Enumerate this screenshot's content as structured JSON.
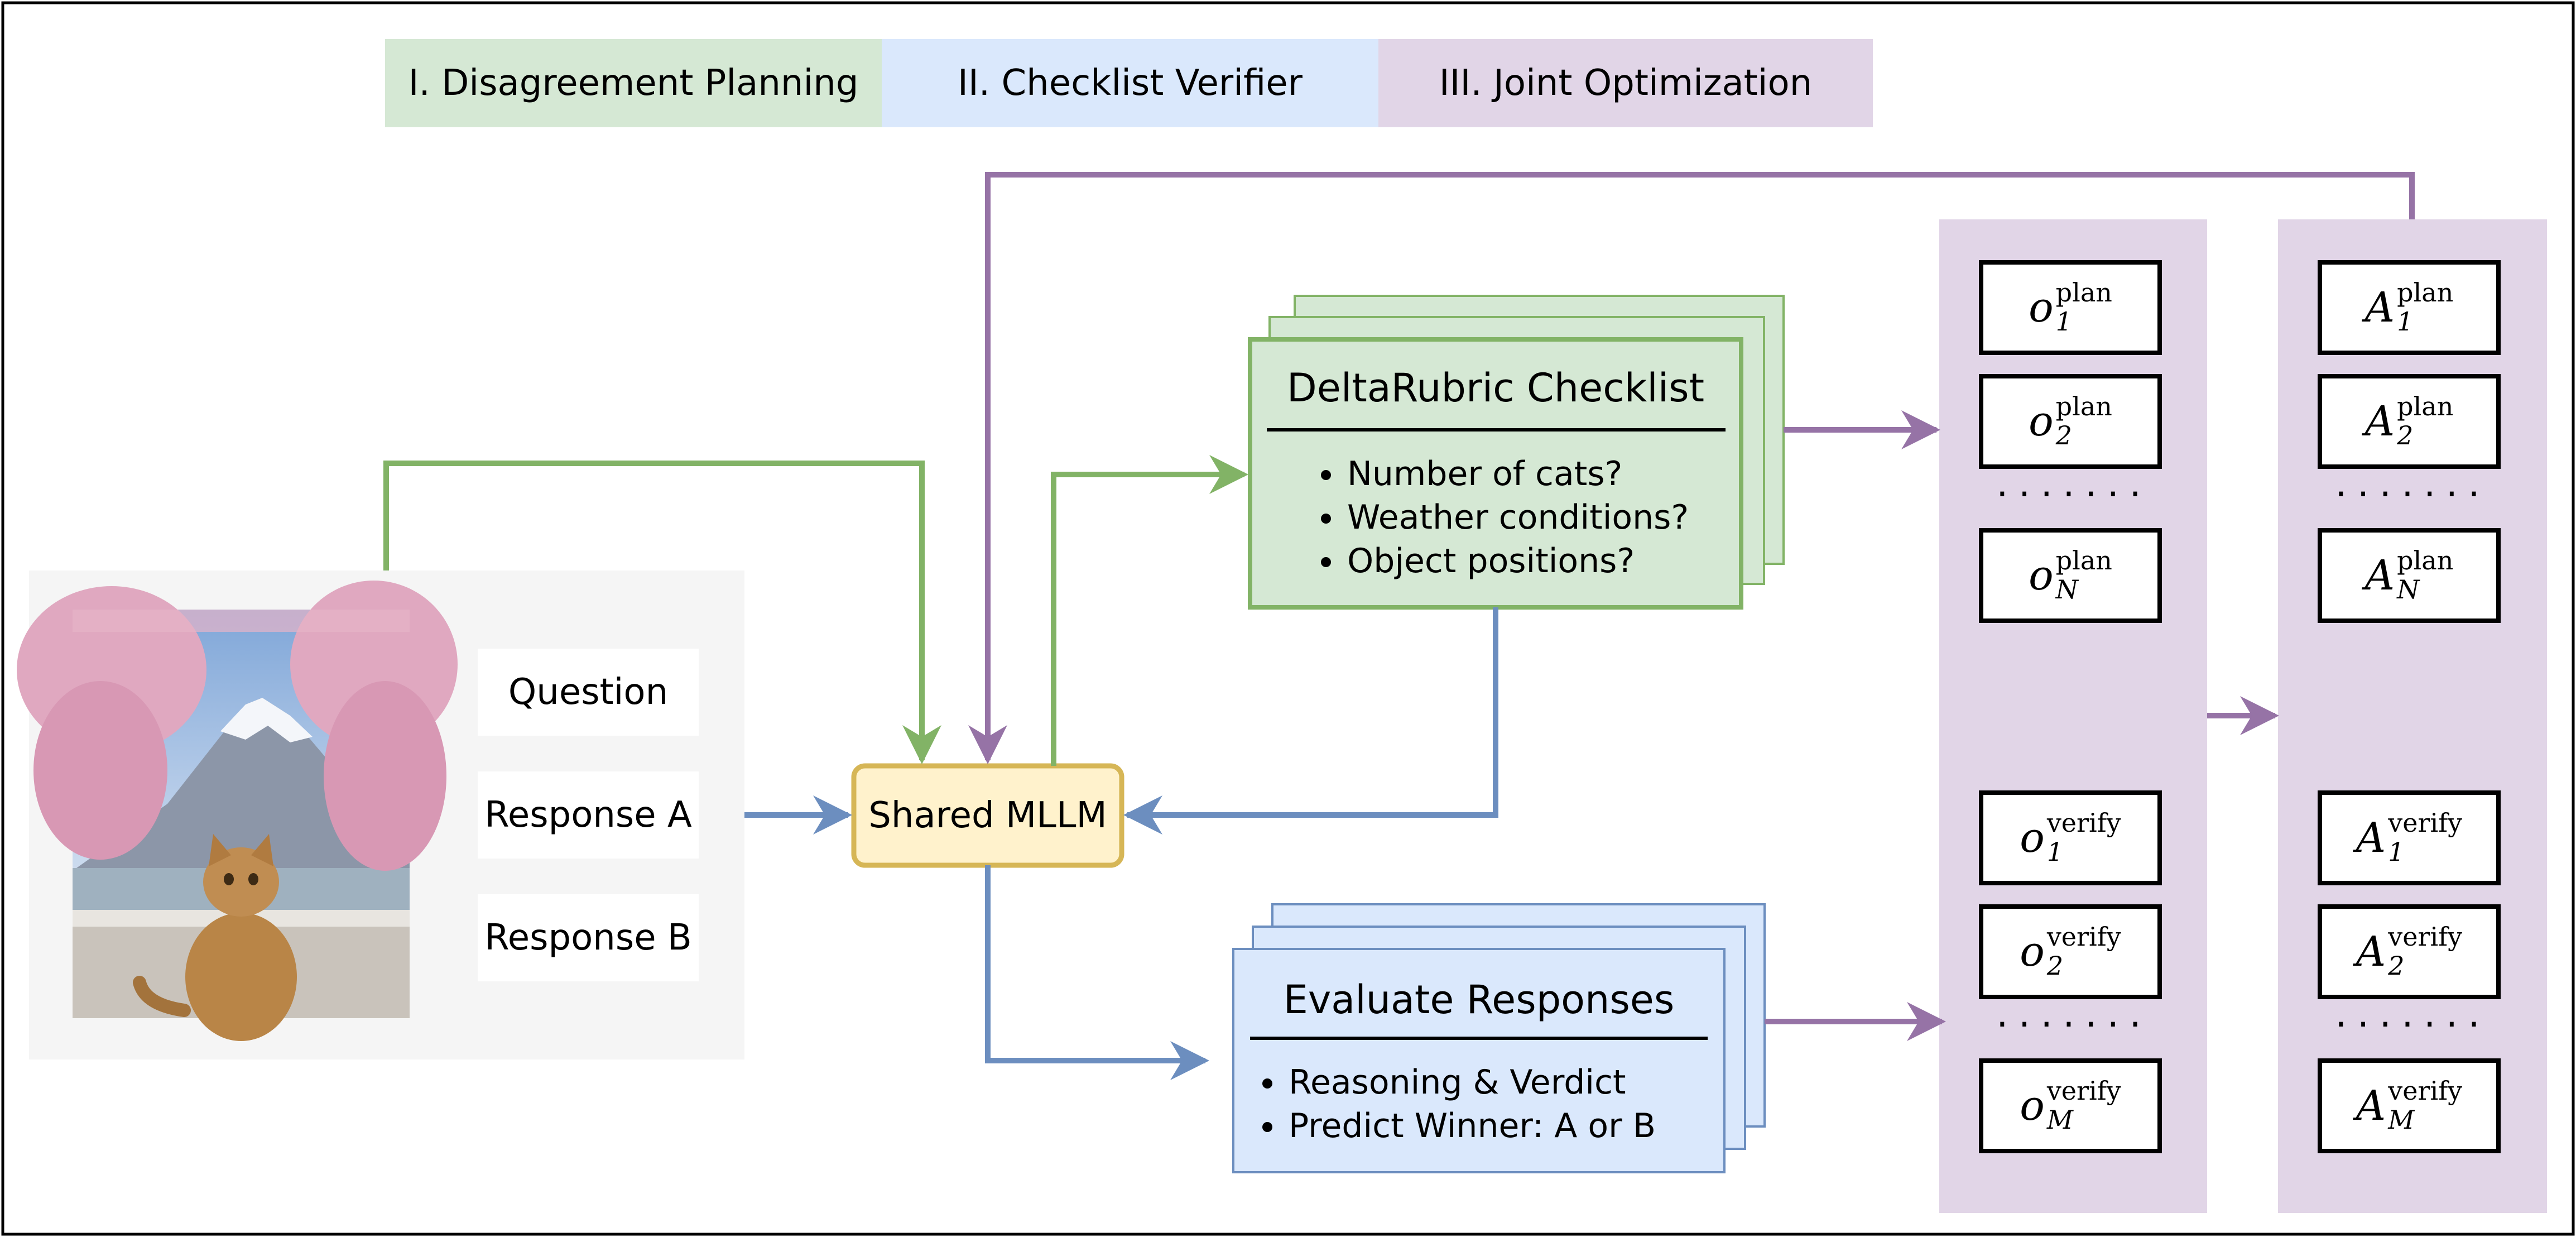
{
  "legend": [
    {
      "label": "I. Disagreement Planning",
      "color": "#d5e8d4"
    },
    {
      "label": "II. Checklist Verifier",
      "color": "#dae8fc"
    },
    {
      "label": "III. Joint Optimization",
      "color": "#e1d5e7"
    }
  ],
  "input_panel": {
    "image_icon": "photo-cat-mountain-cherry-blossoms",
    "question": "Question",
    "response_a": "Response A",
    "response_b": "Response B"
  },
  "model": {
    "label": "Shared MLLM"
  },
  "checklist": {
    "title": "DeltaRubric Checklist",
    "items": [
      "Number of cats?",
      "Weather conditions?",
      "Object positions?"
    ]
  },
  "evaluate": {
    "title": "Evaluate Responses",
    "items": [
      "Reasoning & Verdict",
      "Predict Winner: A or B"
    ]
  },
  "outputs": {
    "plan_base": "o",
    "plan_sup": "plan",
    "plan_subs": [
      "1",
      "2",
      "N"
    ],
    "verify_base": "o",
    "verify_sup": "verify",
    "verify_subs": [
      "1",
      "2",
      "M"
    ],
    "ellipsis": "......."
  },
  "advantages": {
    "plan_base": "A",
    "plan_sup": "plan",
    "plan_subs": [
      "1",
      "2",
      "N"
    ],
    "verify_base": "A",
    "verify_sup": "verify",
    "verify_subs": [
      "1",
      "2",
      "M"
    ],
    "ellipsis": "......."
  },
  "colors": {
    "green_fill": "#d5e8d4",
    "green_stroke": "#82b366",
    "blue_fill": "#dae8fc",
    "blue_stroke": "#6c8ebf",
    "purple_fill": "#e1d5e7",
    "purple_stroke": "#9673a6",
    "yellow_fill": "#fff2cc",
    "yellow_stroke": "#d6b656",
    "panel_gray": "#f5f5f5"
  }
}
